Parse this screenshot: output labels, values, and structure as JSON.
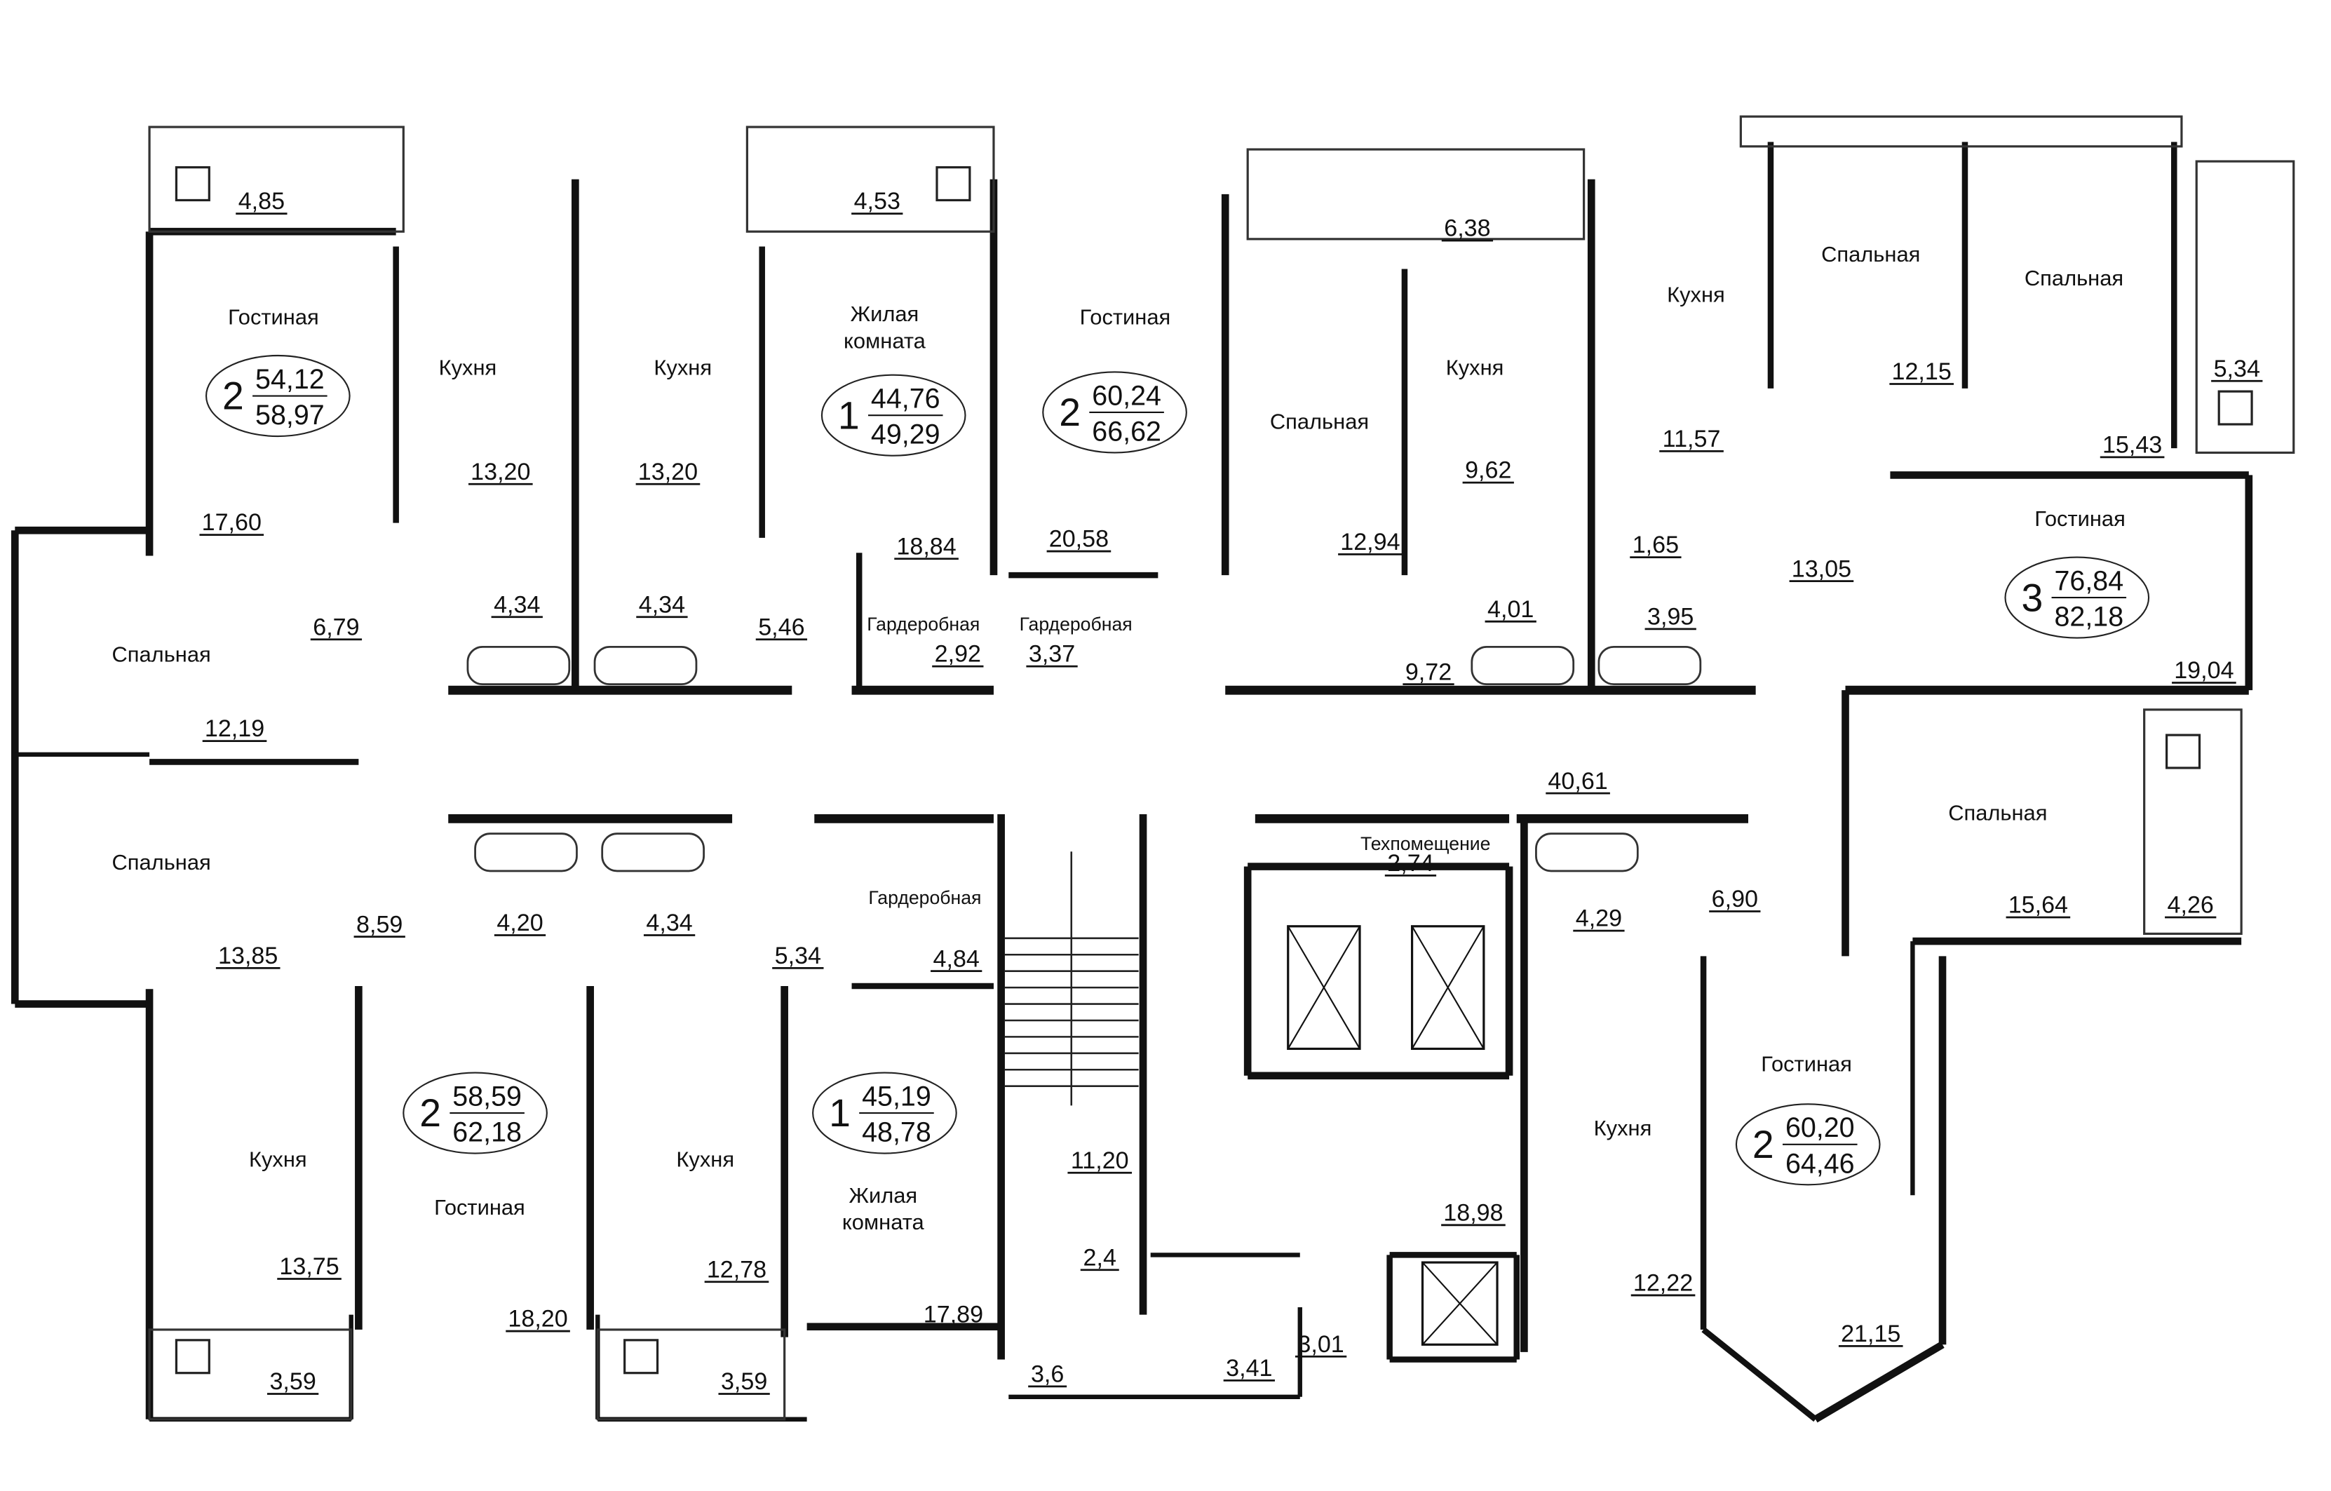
{
  "plan": {
    "rooms": [
      {
        "name": "Гостиная",
        "area": "17,60"
      },
      {
        "name": "Кухня",
        "area": "13,20"
      },
      {
        "name": "Кухня",
        "area": "13,20"
      },
      {
        "name": "Жилая комната",
        "area": "18,84"
      },
      {
        "name": "Гостиная",
        "area": "20,58"
      },
      {
        "name": "Спальная",
        "area": "12,94"
      },
      {
        "name": "Кухня",
        "area": "9,62"
      },
      {
        "name": "Кухня",
        "area": "11,57"
      },
      {
        "name": "Спальная",
        "area": "12,15"
      },
      {
        "name": "Спальная",
        "area": "15,43"
      },
      {
        "name": "Гостиная",
        "area": "19,04"
      },
      {
        "name": "Спальная",
        "area": "12,19"
      },
      {
        "name": "Гардеробная",
        "area": "2,92"
      },
      {
        "name": "Гардеробная",
        "area": "3,37"
      },
      {
        "name": "Спальная",
        "area": "13,85"
      },
      {
        "name": "Гардеробная",
        "area": "4,84"
      },
      {
        "name": "Техпомещение",
        "area": "2,74"
      },
      {
        "name": "Спальная",
        "area": "15,64"
      },
      {
        "name": "Кухня",
        "area": "13,75"
      },
      {
        "name": "Гостиная",
        "area": "18,20"
      },
      {
        "name": "Кухня",
        "area": "12,78"
      },
      {
        "name": "Жилая комната",
        "area": "17,89"
      },
      {
        "name": "Кухня",
        "area": "12,22"
      },
      {
        "name": "Гостиная",
        "area": "21,15"
      }
    ],
    "areas": [
      "4,85",
      "4,53",
      "6,38",
      "5,34",
      "6,79",
      "4,34",
      "4,34",
      "5,46",
      "1,65",
      "4,01",
      "3,95",
      "9,72",
      "13,05",
      "40,61",
      "8,59",
      "4,20",
      "4,34",
      "5,34",
      "4,29",
      "6,90",
      "4,26",
      "11,20",
      "2,4",
      "3,6",
      "3,41",
      "3,01",
      "18,98",
      "3,59",
      "3,59"
    ],
    "apartments": [
      {
        "rooms": "2",
        "living": "54,12",
        "total": "58,97"
      },
      {
        "rooms": "1",
        "living": "44,76",
        "total": "49,29"
      },
      {
        "rooms": "2",
        "living": "60,24",
        "total": "66,62"
      },
      {
        "rooms": "3",
        "living": "76,84",
        "total": "82,18"
      },
      {
        "rooms": "2",
        "living": "58,59",
        "total": "62,18"
      },
      {
        "rooms": "1",
        "living": "45,19",
        "total": "48,78"
      },
      {
        "rooms": "2",
        "living": "60,20",
        "total": "64,46"
      }
    ]
  }
}
